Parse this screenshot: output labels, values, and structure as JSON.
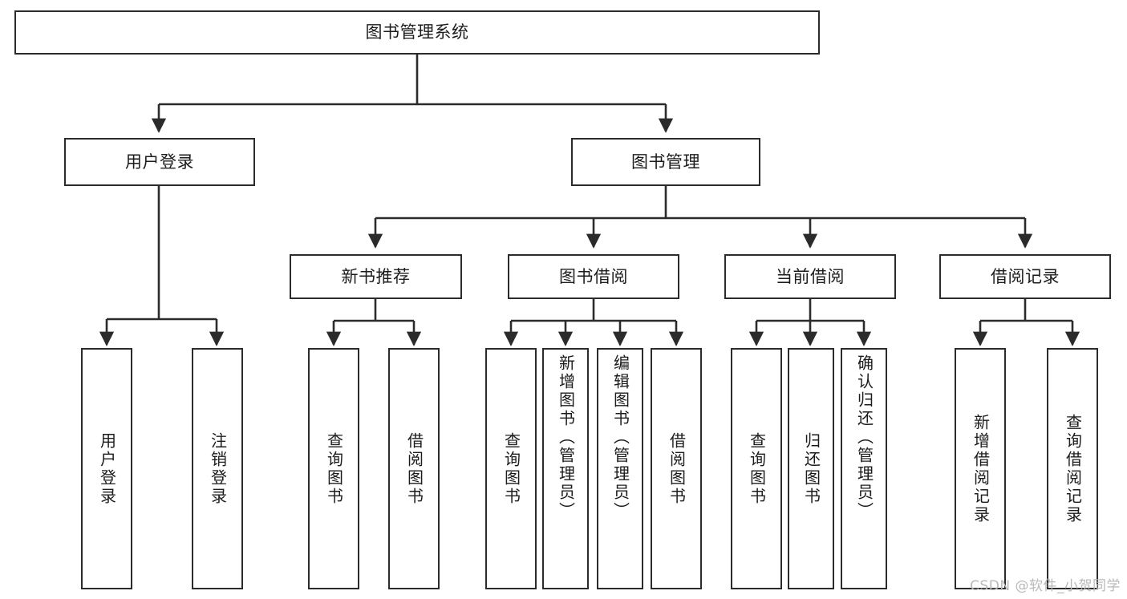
{
  "diagram": {
    "title": "图书管理系统",
    "type": "tree-hierarchy",
    "watermark": "CSDN @软件_小贺同学",
    "colors": {
      "background": "#ffffff",
      "stroke": "#2b2b2b",
      "text": "#1c1c1c",
      "watermark": "#b9b9b9"
    },
    "root": {
      "label": "图书管理系统"
    },
    "level2": [
      {
        "label": "用户登录"
      },
      {
        "label": "图书管理"
      }
    ],
    "level3": [
      {
        "label": "新书推荐"
      },
      {
        "label": "图书借阅"
      },
      {
        "label": "当前借阅"
      },
      {
        "label": "借阅记录"
      }
    ],
    "leaves": {
      "user_login": [
        {
          "label": "用户登录"
        },
        {
          "label": "注销登录"
        }
      ],
      "new_book_recommend": [
        {
          "label": "查询图书"
        },
        {
          "label": "借阅图书"
        }
      ],
      "book_borrow": [
        {
          "label": "查询图书"
        },
        {
          "label": "新增图书（管理员）"
        },
        {
          "label": "编辑图书（管理员）"
        },
        {
          "label": "借阅图书"
        }
      ],
      "current_borrow": [
        {
          "label": "查询图书"
        },
        {
          "label": "归还图书"
        },
        {
          "label": "确认归还（管理员）"
        }
      ],
      "borrow_record": [
        {
          "label": "新增借阅记录"
        },
        {
          "label": "查询借阅记录"
        }
      ]
    }
  }
}
